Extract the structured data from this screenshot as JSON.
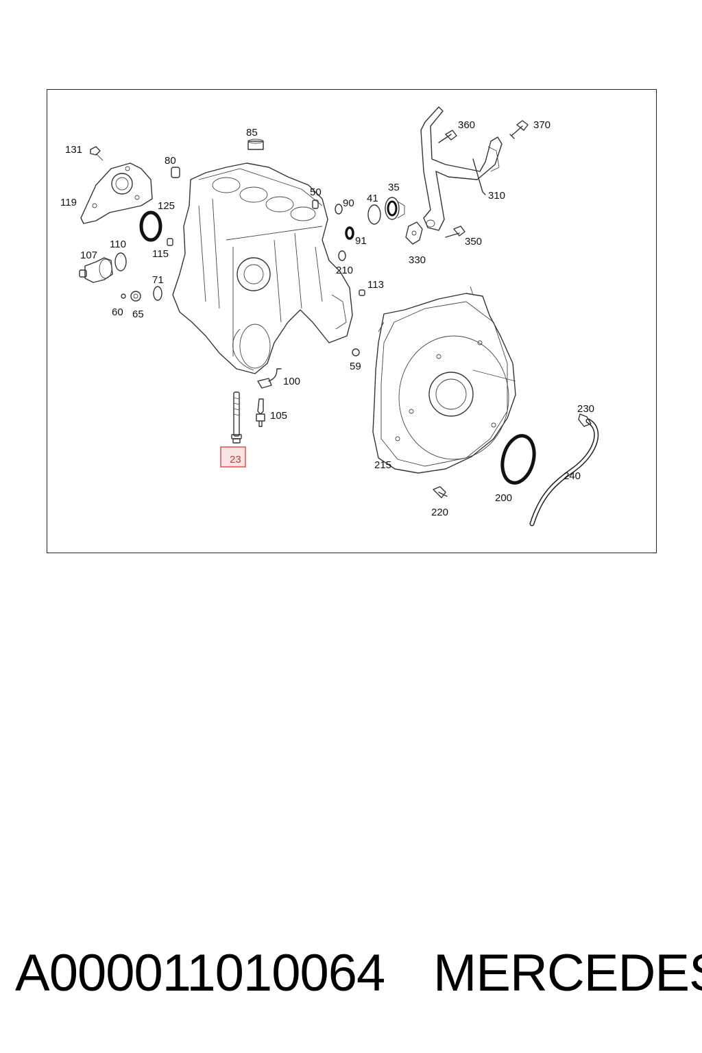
{
  "diagram": {
    "callouts": {
      "c23": "23",
      "c35": "35",
      "c41": "41",
      "c50": "50",
      "c59": "59",
      "c60": "60",
      "c65": "65",
      "c71": "71",
      "c80": "80",
      "c85": "85",
      "c90": "90",
      "c91": "91",
      "c100": "100",
      "c105": "105",
      "c107": "107",
      "c110": "110",
      "c113": "113",
      "c115": "115",
      "c119": "119",
      "c125": "125",
      "c131": "131",
      "c200": "200",
      "c210": "210",
      "c215": "215",
      "c220": "220",
      "c230": "230",
      "c240": "240",
      "c310": "310",
      "c330": "330",
      "c350": "350",
      "c360": "360",
      "c370": "370"
    },
    "highlighted_callout": "23",
    "highlight_color": "#e05050"
  },
  "footer": {
    "part_number": "A000011010064",
    "brand": "MERCEDES"
  }
}
